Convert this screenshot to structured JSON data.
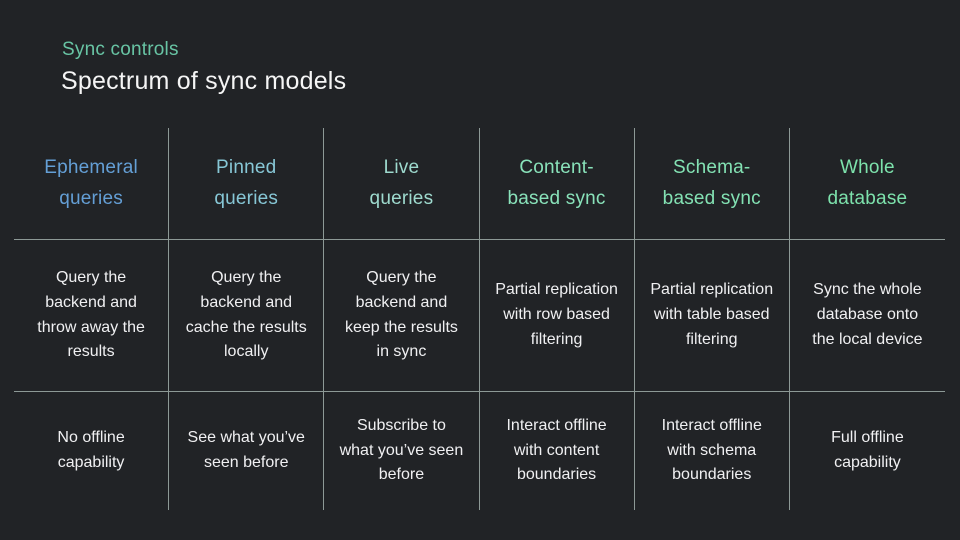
{
  "slide": {
    "kicker": "Sync controls",
    "title": "Spectrum of sync models"
  },
  "colors": {
    "background": "#212326",
    "grid_line": "#8d9996",
    "kicker": "#68c4a4",
    "title": "#f5f5f5",
    "body_text": "#f0f0f2"
  },
  "table": {
    "columns": [
      {
        "id": "ephemeral-queries",
        "header": "Ephemeral\nqueries",
        "header_color": "#649fd6",
        "description": "Query the\nbackend and\nthrow away the\nresults",
        "offline": "No offline\ncapability"
      },
      {
        "id": "pinned-queries",
        "header": "Pinned\nqueries",
        "header_color": "#87c7d6",
        "description": "Query the\nbackend and\ncache the results\nlocally",
        "offline": "See what you’ve\nseen before"
      },
      {
        "id": "live-queries",
        "header": "Live\nqueries",
        "header_color": "#9edace",
        "description": "Query the\nbackend and\nkeep the results\nin sync",
        "offline": "Subscribe to\nwhat you’ve seen\nbefore"
      },
      {
        "id": "content-based-sync",
        "header": "Content-\nbased sync",
        "header_color": "#89e2ba",
        "description": "Partial replication\nwith row based\nfiltering",
        "offline": "Interact offline\nwith content\nboundaries"
      },
      {
        "id": "schema-based-sync",
        "header": "Schema-\nbased sync",
        "header_color": "#83e1b3",
        "description": "Partial replication\nwith table based\nfiltering",
        "offline": "Interact offline\nwith schema\nboundaries"
      },
      {
        "id": "whole-database",
        "header": "Whole\ndatabase",
        "header_color": "#7de2ac",
        "description": "Sync the whole\ndatabase onto\nthe local device",
        "offline": "Full offline\ncapability"
      }
    ]
  }
}
